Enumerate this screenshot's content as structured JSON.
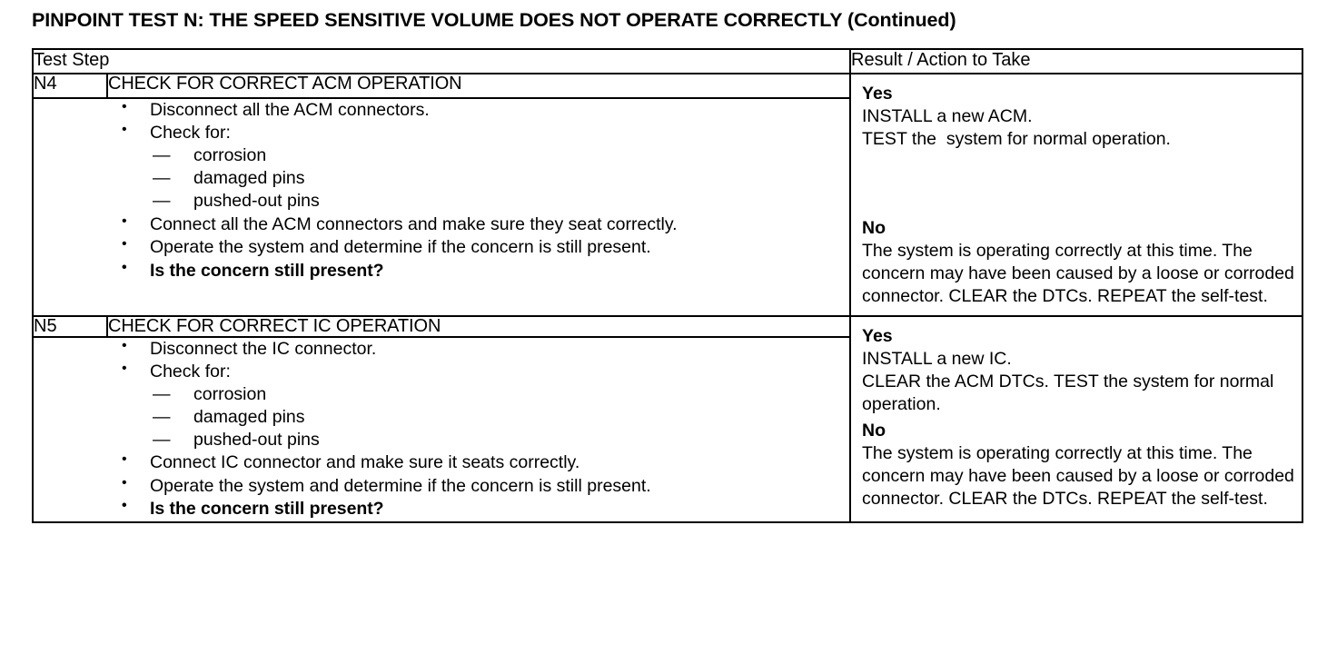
{
  "document": {
    "title": "PINPOINT TEST  N: THE SPEED SENSITIVE VOLUME DOES NOT OPERATE CORRECTLY (Continued)"
  },
  "table": {
    "headers": {
      "test_step": "Test Step",
      "result_action": "Result / Action to Take"
    },
    "rows": [
      {
        "id": "N4",
        "title": "CHECK FOR CORRECT ACM OPERATION",
        "bullets": [
          {
            "text": "Disconnect all the ACM connectors.",
            "bold": false
          },
          {
            "text": "Check for:",
            "bold": false,
            "sub": [
              "corrosion",
              "damaged pins",
              "pushed-out pins"
            ]
          },
          {
            "text": "Connect all the ACM connectors and make sure they seat correctly.",
            "bold": false
          },
          {
            "text": "Operate the system and determine if the concern is still present.",
            "bold": false
          },
          {
            "text": "Is the concern still present?",
            "bold": true
          }
        ],
        "result": {
          "yes_label": "Yes",
          "yes_text": "INSTALL a new ACM.\nTEST the  system for normal operation.",
          "no_label": "No",
          "no_text": "The system is operating correctly at this time. The concern may have been caused by a loose or corroded connector. CLEAR the DTCs. REPEAT the self-test."
        }
      },
      {
        "id": "N5",
        "title": "CHECK FOR CORRECT IC OPERATION",
        "bullets": [
          {
            "text": "Disconnect the IC connector.",
            "bold": false
          },
          {
            "text": "Check for:",
            "bold": false,
            "sub": [
              "corrosion",
              "damaged pins",
              "pushed-out pins"
            ]
          },
          {
            "text": "Connect IC connector and make sure it seats correctly.",
            "bold": false
          },
          {
            "text": "Operate the system and determine if the concern is still present.",
            "bold": false
          },
          {
            "text": "Is the concern still present?",
            "bold": true
          }
        ],
        "result": {
          "yes_label": "Yes",
          "yes_text": "INSTALL a new IC.\nCLEAR the ACM DTCs. TEST the system for normal operation.",
          "no_label": "No",
          "no_text": "The system is operating correctly at this time. The concern may have been caused by a loose or corroded connector. CLEAR the DTCs. REPEAT the self-test."
        }
      }
    ]
  },
  "colors": {
    "ink": "#000000",
    "paper": "#ffffff"
  }
}
